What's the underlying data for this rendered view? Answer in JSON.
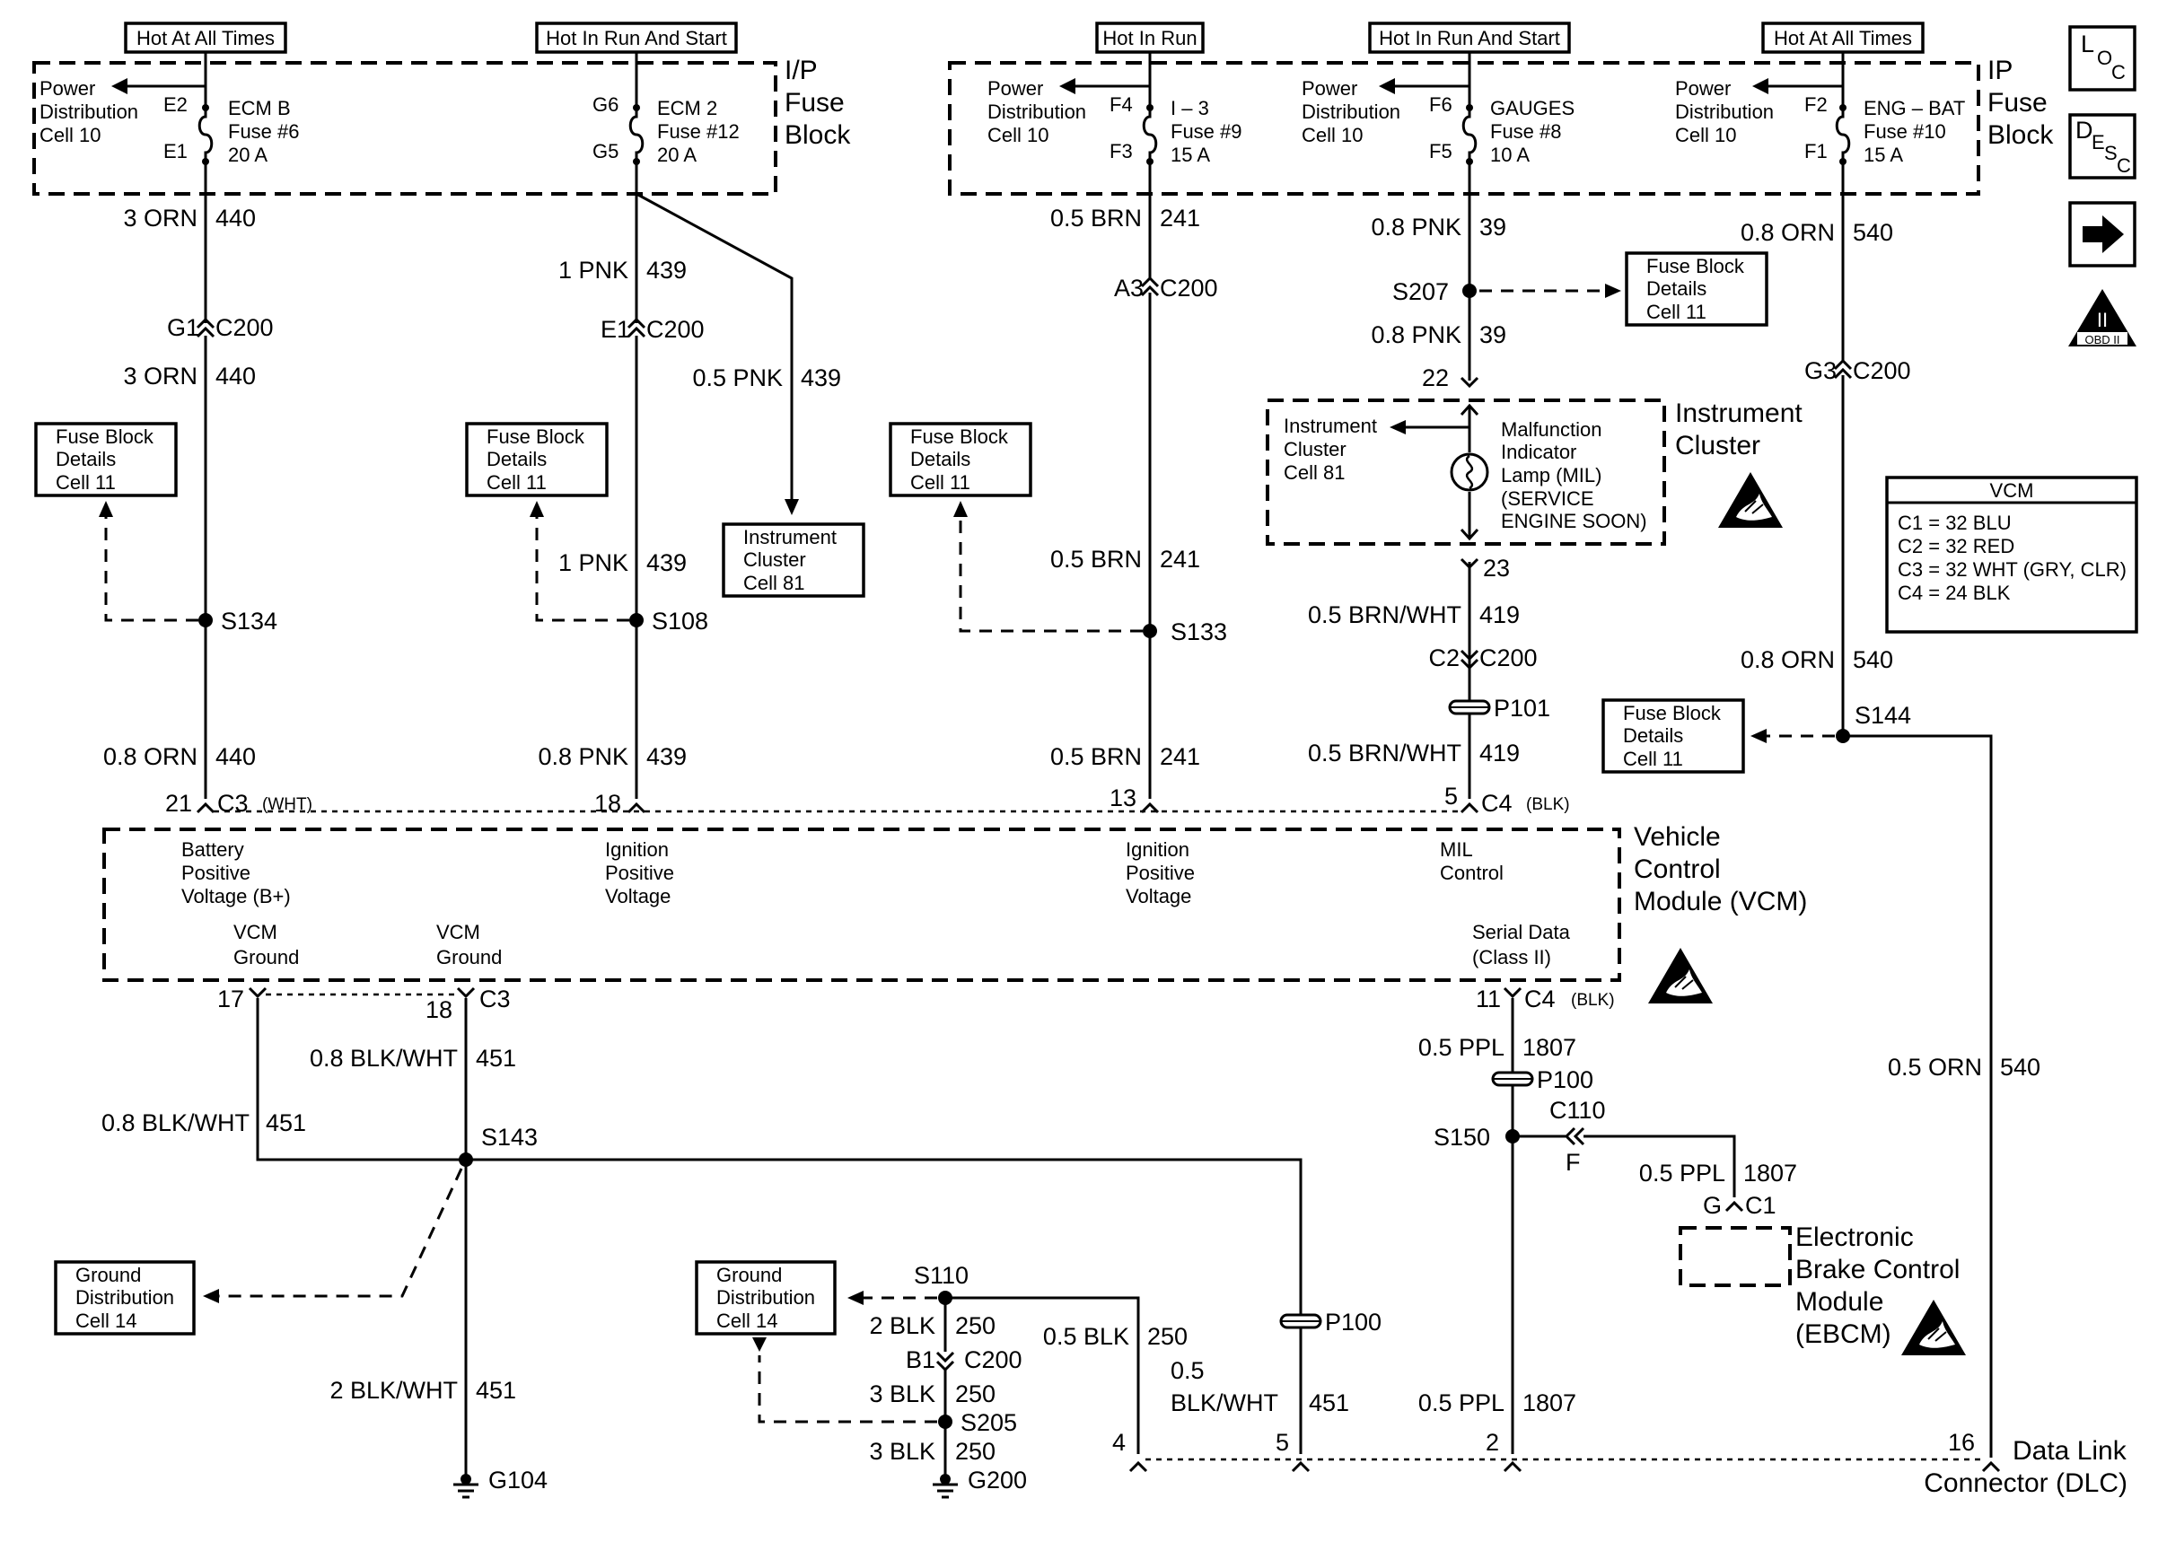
{
  "headers": [
    "Hot At All Times",
    "Hot In Run And Start",
    "Hot In Run",
    "Hot In Run And Start",
    "Hot At All Times"
  ],
  "fuse_block": {
    "left_title": [
      "I/P",
      "Fuse",
      "Block"
    ],
    "right_title": [
      "IP",
      "Fuse",
      "Block"
    ],
    "power_dist": [
      "Power",
      "Distribution",
      "Cell 10"
    ],
    "fuses": [
      {
        "top": "E2",
        "bottom": "E1",
        "lines": [
          "ECM B",
          "Fuse #6",
          "20 A"
        ]
      },
      {
        "top": "G6",
        "bottom": "G5",
        "lines": [
          "ECM 2",
          "Fuse #12",
          "20 A"
        ]
      },
      {
        "top": "F4",
        "bottom": "F3",
        "lines": [
          "I – 3",
          "Fuse #9",
          "15 A"
        ]
      },
      {
        "top": "F6",
        "bottom": "F5",
        "lines": [
          "GAUGES",
          "Fuse #8",
          "10 A"
        ]
      },
      {
        "top": "F2",
        "bottom": "F1",
        "lines": [
          "ENG – BAT",
          "Fuse #10",
          "15 A"
        ]
      }
    ]
  },
  "icons": {
    "loc": [
      "L",
      "O",
      "C"
    ],
    "desc": [
      "D",
      "E",
      "S",
      "C"
    ],
    "obd": [
      "II",
      "OBD II"
    ]
  },
  "ref_boxes": {
    "fuse_details": [
      "Fuse Block",
      "Details",
      "Cell 11"
    ],
    "instrument_cluster": [
      "Instrument",
      "Cluster",
      "Cell 81"
    ],
    "ground_dist": [
      "Ground",
      "Distribution",
      "Cell 14"
    ]
  },
  "wires": {
    "orn3": [
      "3 ORN",
      "440"
    ],
    "orn08_440": [
      "0.8 ORN",
      "440"
    ],
    "pnk1": [
      "1 PNK",
      "439"
    ],
    "pnk05": [
      "0.5 PNK",
      "439"
    ],
    "pnk08_439": [
      "0.8 PNK",
      "439"
    ],
    "brn05": [
      "0.5 BRN",
      "241"
    ],
    "pnk08_39": [
      "0.8 PNK",
      "39"
    ],
    "brnwht05": [
      "0.5 BRN/WHT",
      "419"
    ],
    "orn08_540": [
      "0.8 ORN",
      "540"
    ],
    "orn05_540": [
      "0.5 ORN",
      "540"
    ],
    "blkwht08": [
      "0.8 BLK/WHT",
      "451"
    ],
    "blkwht2": [
      "2 BLK/WHT",
      "451"
    ],
    "blk2": [
      "2 BLK",
      "250"
    ],
    "blk3": [
      "3 BLK",
      "250"
    ],
    "blk05": [
      "0.5 BLK",
      "250"
    ],
    "blkwht05": [
      "0.5",
      "BLK/WHT",
      "451"
    ],
    "ppl05": [
      "0.5 PPL",
      "1807"
    ]
  },
  "connectors": {
    "g1": "G1",
    "e1": "E1",
    "a3": "A3",
    "g3": "G3",
    "c2": "C2",
    "b1": "B1",
    "c200": "C200",
    "c3": "C3",
    "c4": "C4",
    "wht": "(WHT)",
    "blk": "(BLK)",
    "c110": "C110",
    "f": "F",
    "g": "G",
    "c1": "C1",
    "p100": "P100",
    "p101": "P101"
  },
  "splices": [
    "S134",
    "S108",
    "S133",
    "S207",
    "S144",
    "S143",
    "S150",
    "S110",
    "S205"
  ],
  "pins": {
    "p21": "21",
    "p18": "18",
    "p13": "13",
    "p5": "5",
    "p22": "22",
    "p23": "23",
    "p17": "17",
    "p11": "11",
    "p4": "4",
    "p2": "2",
    "p16": "16"
  },
  "grounds": [
    "G104",
    "G200"
  ],
  "instrument_cluster": {
    "ref": [
      "Instrument",
      "Cluster",
      "Cell 81"
    ],
    "mil": [
      "Malfunction",
      "Indicator",
      "Lamp (MIL)",
      "(SERVICE",
      "ENGINE SOON)"
    ],
    "title": [
      "Instrument",
      "Cluster"
    ]
  },
  "vcm_legend": {
    "title": "VCM",
    "rows": [
      "C1 = 32 BLU",
      "C2 = 32 RED",
      "C3 = 32 WHT (GRY, CLR)",
      "C4 = 24 BLK"
    ]
  },
  "vcm": {
    "title": [
      "Vehicle",
      "Control",
      "Module (VCM)"
    ],
    "labels": [
      [
        "Battery",
        "Positive",
        "Voltage (B+)"
      ],
      [
        "Ignition",
        "Positive",
        "Voltage"
      ],
      [
        "Ignition",
        "Positive",
        "Voltage"
      ],
      [
        "MIL",
        "Control"
      ],
      [
        "VCM",
        "Ground"
      ],
      [
        "VCM",
        "Ground"
      ],
      [
        "Serial Data",
        "(Class II)"
      ]
    ]
  },
  "ebcm": [
    "Electronic",
    "Brake Control",
    "Module",
    "(EBCM)"
  ],
  "dlc": [
    "Data Link",
    "Connector (DLC)"
  ]
}
